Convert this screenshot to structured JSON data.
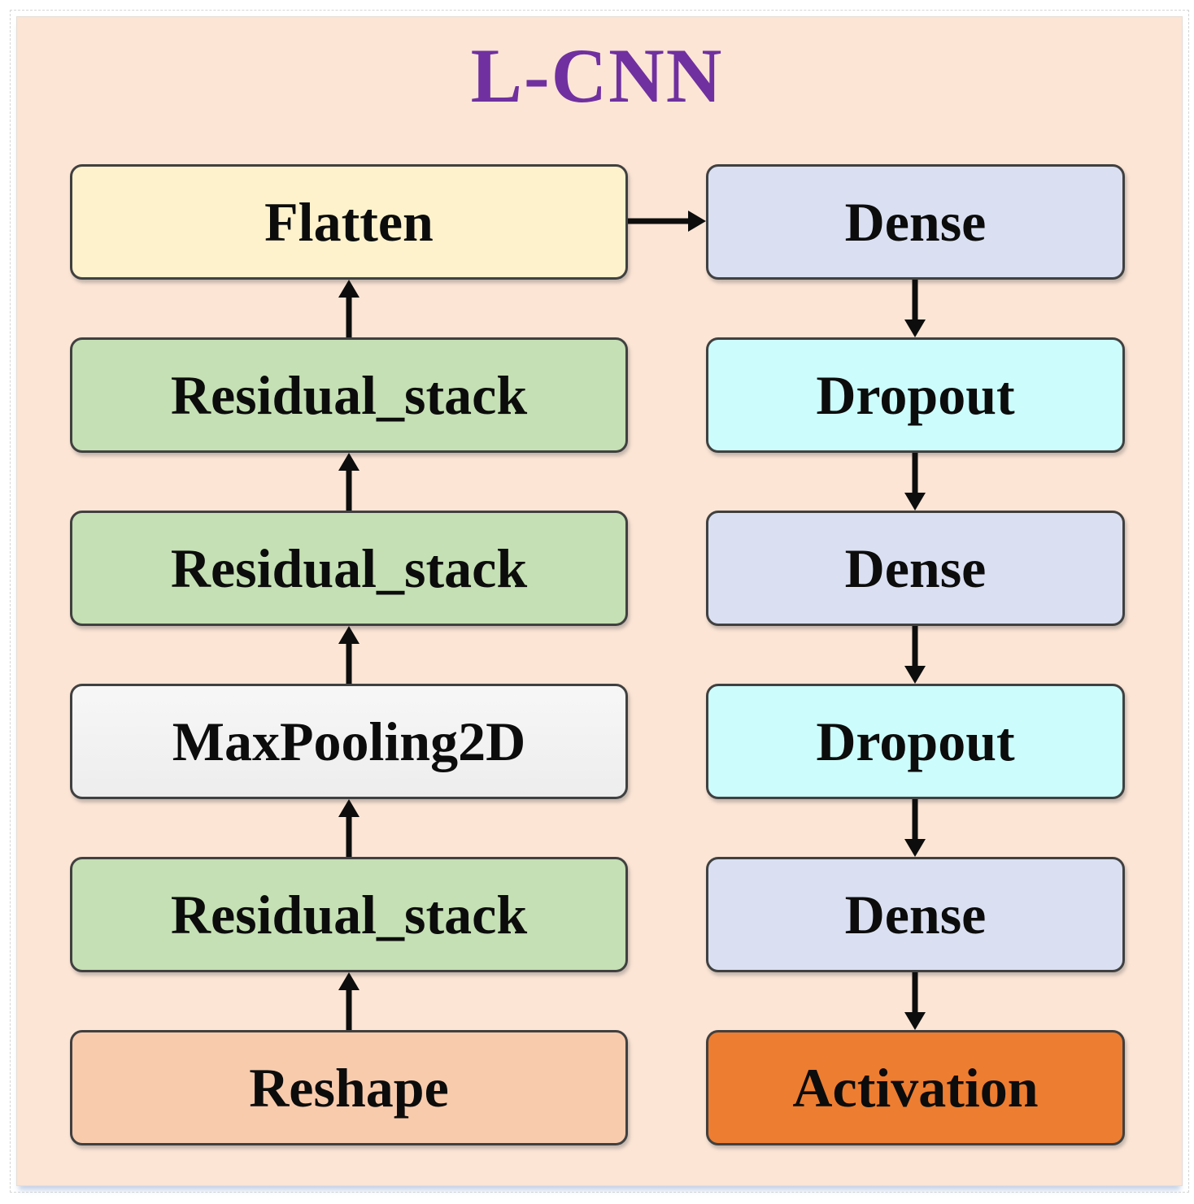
{
  "title": {
    "text": "L-CNN"
  },
  "colors": {
    "panel_bg": "#fce5d5",
    "title": "#7030a0",
    "box_border": "#404040",
    "arrow": "#0d0d0d",
    "flatten": "#fdf2cc",
    "residual_stack": "#c5e0b4",
    "maxpooling2d": "#f2f2f2",
    "reshape": "#f8cbad",
    "dense": "#dae0f2",
    "dropout": "#ccfdfc",
    "activation": "#ed7d31"
  },
  "columns": {
    "left": {
      "order": "bottom-to-top",
      "boxes": [
        {
          "label": "Flatten",
          "fill": "#fdf2cc"
        },
        {
          "label": "Residual_stack",
          "fill": "#c5e0b4"
        },
        {
          "label": "Residual_stack",
          "fill": "#c5e0b4"
        },
        {
          "label": "MaxPooling2D",
          "fill": "#f2f2f2"
        },
        {
          "label": "Residual_stack",
          "fill": "#c5e0b4"
        },
        {
          "label": "Reshape",
          "fill": "#f8cbad"
        }
      ]
    },
    "right": {
      "order": "top-to-bottom",
      "boxes": [
        {
          "label": "Dense",
          "fill": "#dae0f2"
        },
        {
          "label": "Dropout",
          "fill": "#ccfdfc"
        },
        {
          "label": "Dense",
          "fill": "#dae0f2"
        },
        {
          "label": "Dropout",
          "fill": "#ccfdfc"
        },
        {
          "label": "Dense",
          "fill": "#dae0f2"
        },
        {
          "label": "Activation",
          "fill": "#ed7d31"
        }
      ]
    }
  },
  "flow": {
    "connections": [
      "Reshape -> Residual_stack",
      "Residual_stack -> MaxPooling2D",
      "MaxPooling2D -> Residual_stack",
      "Residual_stack -> Residual_stack",
      "Residual_stack -> Flatten",
      "Flatten -> Dense",
      "Dense -> Dropout",
      "Dropout -> Dense",
      "Dense -> Dropout",
      "Dropout -> Dense",
      "Dense -> Activation"
    ]
  }
}
